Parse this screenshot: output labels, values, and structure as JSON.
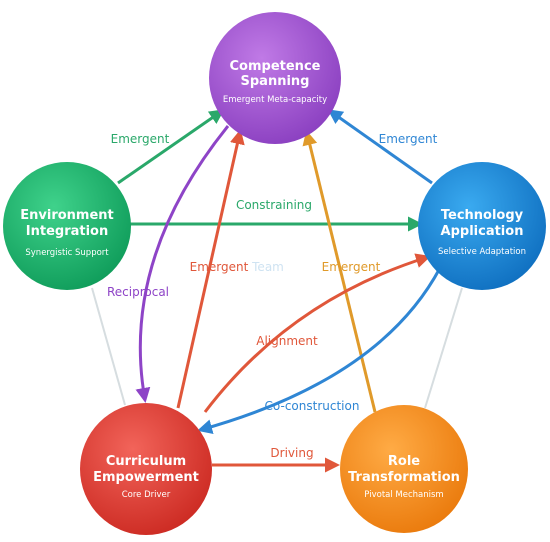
{
  "nodes": {
    "competence": {
      "title_line1": "Competence",
      "title_line2": "Spanning",
      "subtitle": "Emergent Meta-capacity",
      "color": "#9b4fc9"
    },
    "environment": {
      "title_line1": "Environment",
      "title_line2": "Integration",
      "subtitle": "Synergistic Support",
      "color": "#18b46c"
    },
    "technology": {
      "title_line1": "Technology",
      "title_line2": "Application",
      "subtitle": "Selective Adaptation",
      "color": "#1684d6"
    },
    "curriculum": {
      "title_line1": "Curriculum",
      "title_line2": "Empowerment",
      "subtitle": "Core Driver",
      "color": "#e23c32"
    },
    "role": {
      "title_line1": "Role",
      "title_line2": "Transformation",
      "subtitle": "Pivotal Mechanism",
      "color": "#f28a1a"
    }
  },
  "edges": {
    "env_to_comp": {
      "label": "Emergent",
      "color": "#2aa86a"
    },
    "tech_to_comp": {
      "label": "Emergent",
      "color": "#2f86d4"
    },
    "env_to_tech": {
      "label": "Constraining",
      "color": "#2aa86a"
    },
    "curr_to_comp": {
      "label": "Emergent",
      "color": "#e0573a"
    },
    "role_to_comp": {
      "label": "Emergent",
      "color": "#e09a2a"
    },
    "comp_to_curr": {
      "label": "Reciprocal",
      "color": "#8e44c7"
    },
    "curr_to_tech": {
      "label": "Alignment",
      "color": "#e0573a"
    },
    "tech_to_curr": {
      "label": "Co-construction",
      "color": "#2f86d4"
    },
    "curr_to_role": {
      "label": "Driving",
      "color": "#e0573a"
    },
    "faint_label": "Team"
  }
}
